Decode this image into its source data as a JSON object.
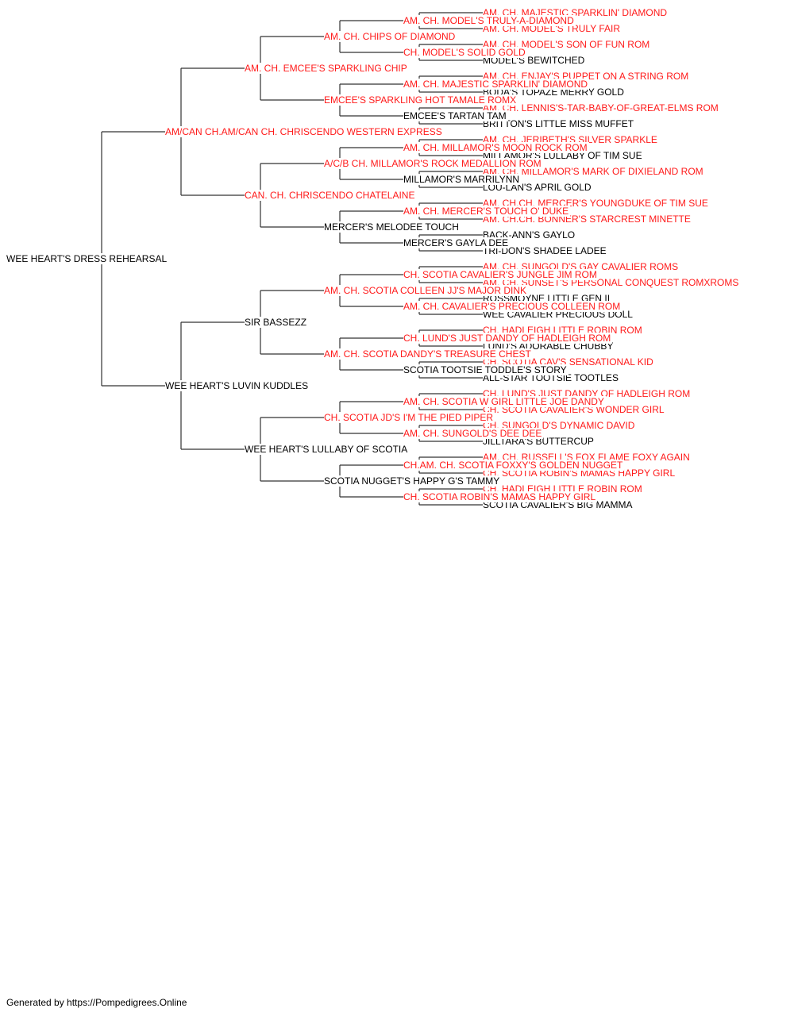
{
  "colors": {
    "champion": "#ff1a1a",
    "regular": "#000000",
    "line": "#333333",
    "background": "#ffffff"
  },
  "footer": "Generated by https://Pompedigrees.Online",
  "dog": {
    "name": "WEE HEART'S DRESS REHEARSAL",
    "champion": false,
    "sire": {
      "name": "AM/CAN CH.AM/CAN CH. CHRISCENDO WESTERN EXPRESS",
      "champion": true,
      "sire": {
        "name": "AM. CH. EMCEE'S SPARKLING CHIP",
        "champion": true,
        "sire": {
          "name": "AM. CH. CHIPS OF DIAMOND",
          "champion": true,
          "sire": {
            "name": "AM. CH. MODEL'S TRULY-A-DIAMOND",
            "champion": true,
            "sire": {
              "name": "AM. CH. MAJESTIC SPARKLIN' DIAMOND",
              "champion": true
            },
            "dam": {
              "name": "AM. CH. MODEL'S TRULY FAIR",
              "champion": true
            }
          },
          "dam": {
            "name": "CH. MODEL'S SOLID GOLD",
            "champion": true,
            "sire": {
              "name": "AM. CH. MODEL'S SON OF FUN ROM",
              "champion": true
            },
            "dam": {
              "name": "MODEL'S BEWITCHED",
              "champion": false
            }
          }
        },
        "dam": {
          "name": "EMCEE'S SPARKLING HOT TAMALE ROMX",
          "champion": true,
          "sire": {
            "name": "AM. CH. MAJESTIC SPARKLIN' DIAMOND",
            "champion": true,
            "sire": {
              "name": "AM. CH. ENJAY'S PUPPET ON A STRING ROM",
              "champion": true
            },
            "dam": {
              "name": "BODA'S TOPAZE MERRY GOLD",
              "champion": false
            }
          },
          "dam": {
            "name": "EMCEE'S TARTAN TAM",
            "champion": false,
            "sire": {
              "name": "AM. CH. LENNIS'S-TAR-BABY-OF-GREAT-ELMS ROM",
              "champion": true
            },
            "dam": {
              "name": "BRITTON'S LITTLE MISS MUFFET",
              "champion": false
            }
          }
        }
      },
      "dam": {
        "name": "CAN. CH. CHRISCENDO CHATELAINE",
        "champion": true,
        "sire": {
          "name": "A/C/B CH. MILLAMOR'S ROCK MEDALLION ROM",
          "champion": true,
          "sire": {
            "name": "AM. CH. MILLAMOR'S MOON ROCK ROM",
            "champion": true,
            "sire": {
              "name": "AM. CH. JERIBETH'S SILVER SPARKLE",
              "champion": true
            },
            "dam": {
              "name": "MILLAMOR'S LULLABY OF TIM SUE",
              "champion": false
            }
          },
          "dam": {
            "name": "MILLAMOR'S MARRILYNN",
            "champion": false,
            "sire": {
              "name": "AM. CH. MILLAMOR'S MARK OF DIXIELAND ROM",
              "champion": true
            },
            "dam": {
              "name": "LOU-LAN'S APRIL GOLD",
              "champion": false
            }
          }
        },
        "dam": {
          "name": "MERCER'S MELODEE TOUCH",
          "champion": false,
          "sire": {
            "name": "AM. CH. MERCER'S TOUCH O' DUKE",
            "champion": true,
            "sire": {
              "name": "AM. CH.CH. MERCER'S YOUNGDUKE OF TIM SUE",
              "champion": true
            },
            "dam": {
              "name": "AM. CH.CH. BONNER'S STARCREST MINETTE",
              "champion": true
            }
          },
          "dam": {
            "name": "MERCER'S GAYLA DEE",
            "champion": false,
            "sire": {
              "name": "BACK-ANN'S GAYLO",
              "champion": false
            },
            "dam": {
              "name": "TRI-DON'S SHADEE LADEE",
              "champion": false
            }
          }
        }
      }
    },
    "dam": {
      "name": "WEE HEART'S LUVIN KUDDLES",
      "champion": false,
      "sire": {
        "name": "SIR BASSEZZ",
        "champion": false,
        "sire": {
          "name": "AM. CH. SCOTIA COLLEEN JJ'S MAJOR DINK",
          "champion": true,
          "sire": {
            "name": "CH. SCOTIA CAVALIER'S JUNGLE JIM ROM",
            "champion": true,
            "sire": {
              "name": "AM. CH. SUNGOLD'S GAY CAVALIER ROMS",
              "champion": true
            },
            "dam": {
              "name": "AM. CH. SUNSET'S PERSONAL CONQUEST ROMXROMS",
              "champion": true
            }
          },
          "dam": {
            "name": "AM. CH. CAVALIER'S PRECIOUS COLLEEN ROM",
            "champion": true,
            "sire": {
              "name": "ROSSMOYNE LITTLE GEN II",
              "champion": false
            },
            "dam": {
              "name": "WEE CAVALIER PRECIOUS DOLL",
              "champion": false
            }
          }
        },
        "dam": {
          "name": "AM. CH. SCOTIA DANDY'S TREASURE CHEST",
          "champion": true,
          "sire": {
            "name": "CH. LUND'S JUST DANDY OF HADLEIGH ROM",
            "champion": true,
            "sire": {
              "name": "CH. HADLEIGH LITTLE ROBIN ROM",
              "champion": true
            },
            "dam": {
              "name": "LUND'S ADORABLE CHUBBY",
              "champion": false
            }
          },
          "dam": {
            "name": "SCOTIA TOOTSIE TODDLE'S STORY",
            "champion": false,
            "sire": {
              "name": "CH. SCOTIA CAV'S SENSATIONAL KID",
              "champion": true
            },
            "dam": {
              "name": "ALL-STAR TOOTSIE TOOTLES",
              "champion": false
            }
          }
        }
      },
      "dam": {
        "name": "WEE HEART'S LULLABY OF SCOTIA",
        "champion": false,
        "sire": {
          "name": "CH. SCOTIA JD'S I'M THE PIED PIPER",
          "champion": true,
          "sire": {
            "name": "AM. CH. SCOTIA W GIRL LITTLE JOE DANDY",
            "champion": true,
            "sire": {
              "name": "CH. LUND'S JUST DANDY OF HADLEIGH ROM",
              "champion": true
            },
            "dam": {
              "name": "CH. SCOTIA CAVALIER'S WONDER GIRL",
              "champion": true
            }
          },
          "dam": {
            "name": "AM. CH. SUNGOLD'S DEE DEE",
            "champion": true,
            "sire": {
              "name": "CH. SUNGOLD'S DYNAMIC DAVID",
              "champion": true
            },
            "dam": {
              "name": "JILLTARA'S BUTTERCUP",
              "champion": false
            }
          }
        },
        "dam": {
          "name": "SCOTIA NUGGET'S HAPPY G'S TAMMY",
          "champion": false,
          "sire": {
            "name": "CH.AM. CH. SCOTIA FOXXY'S GOLDEN NUGGET",
            "champion": true,
            "sire": {
              "name": "AM. CH. RUSSELL'S FOX FLAME FOXY AGAIN",
              "champion": true
            },
            "dam": {
              "name": "CH. SCOTIA ROBIN'S MAMAS HAPPY GIRL",
              "champion": true
            }
          },
          "dam": {
            "name": "CH. SCOTIA ROBIN'S MAMAS HAPPY GIRL",
            "champion": true,
            "sire": {
              "name": "CH. HADLEIGH LITTLE ROBIN ROM",
              "champion": true
            },
            "dam": {
              "name": "SCOTIA CAVALIER'S BIG MAMMA",
              "champion": false
            }
          }
        }
      }
    }
  }
}
